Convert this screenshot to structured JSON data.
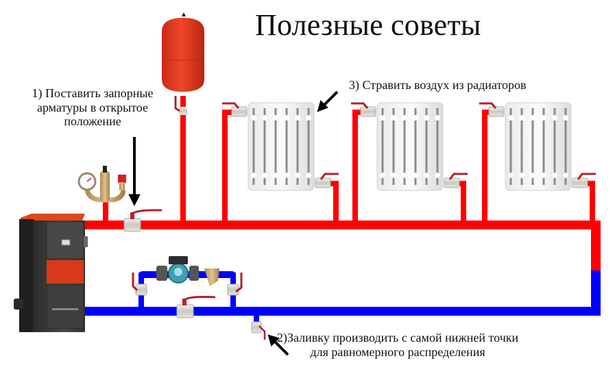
{
  "title": "Полезные советы",
  "tips": {
    "tip1": {
      "lines": [
        "1) Поставить запорные",
        "арматуры в открытое",
        "положение"
      ]
    },
    "tip2": {
      "lines": [
        "2)Заливку производить с самой нижней точки",
        "для равномерного распределения"
      ]
    },
    "tip3": {
      "text": "3) Стравить воздух из радиаторов"
    }
  },
  "components": {
    "boiler": "boiler-icon",
    "expansion_tank": "expansion-tank-icon",
    "safety_group": "safety-group-icon",
    "pressure_gauge": "pressure-gauge-icon",
    "circulation_pump": "circulation-pump-icon",
    "strainer": "strainer-icon",
    "radiator_count": 3,
    "radiator_sections": 6
  },
  "colors": {
    "supply_pipe": "#ff0000",
    "return_pipe": "#0000ff",
    "expansion_tank": "#e8371c",
    "boiler_body": "#3c3c3c",
    "boiler_accent": "#e23a17",
    "valve_handle": "#b0202a",
    "arrow": "#000000"
  }
}
